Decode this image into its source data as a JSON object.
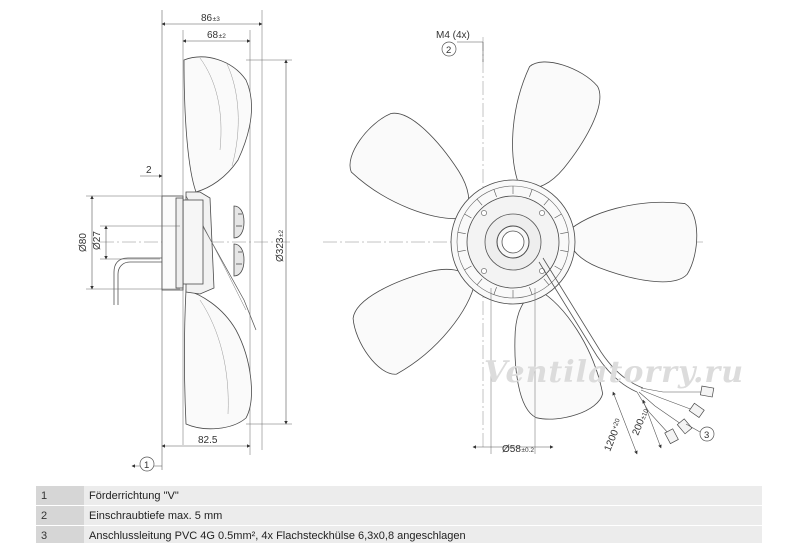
{
  "dimensions": {
    "side": {
      "overall_depth": "86",
      "overall_depth_tol": "±3",
      "blade_depth": "68",
      "blade_depth_tol": "±2",
      "screw_depth": "2",
      "hub_outer": "Ø80",
      "hub_inner": "Ø27",
      "fan_diameter": "Ø323",
      "fan_diameter_tol": "±2",
      "base_depth": "82.5"
    },
    "front": {
      "thread": "M4 (4x)",
      "hub_center": "Ø58",
      "hub_center_tol": "±0.2",
      "cable_length": "1200",
      "cable_length_tol": "+20",
      "lead_length": "200",
      "lead_length_tol": "±10"
    }
  },
  "callouts": [
    "1",
    "2",
    "3"
  ],
  "watermark": "Ventilatorry.ru",
  "legend": [
    {
      "num": "1",
      "text": "Förderrichtung \"V\""
    },
    {
      "num": "2",
      "text": "Einschraubtiefe max. 5 mm"
    },
    {
      "num": "3",
      "text": "Anschlussleitung PVC 4G 0.5mm², 4x Flachsteckhülse 6,3x0,8 angeschlagen"
    }
  ],
  "colors": {
    "line": "#4a4a4a",
    "dimension_line": "#555555",
    "legend_num_bg": "#d6d6d6",
    "legend_text_bg": "#ececec",
    "watermark": "#dcdcdc"
  }
}
